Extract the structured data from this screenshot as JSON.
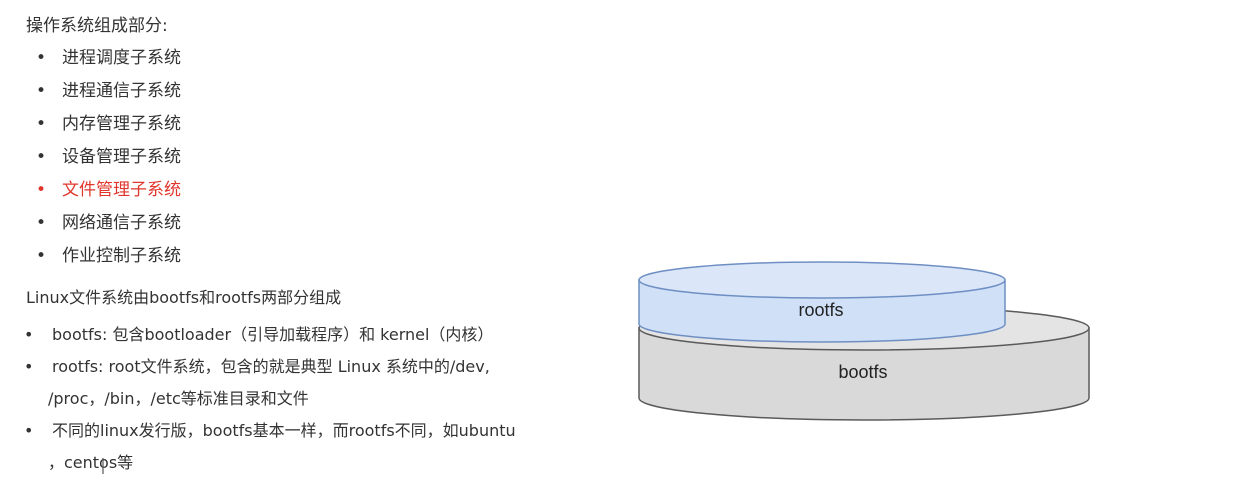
{
  "os_components": {
    "heading": "操作系统组成部分:",
    "items": [
      {
        "label": "进程调度子系统",
        "highlight": false
      },
      {
        "label": "进程通信子系统",
        "highlight": false
      },
      {
        "label": "内存管理子系统",
        "highlight": false
      },
      {
        "label": "设备管理子系统",
        "highlight": false
      },
      {
        "label": "文件管理子系统",
        "highlight": true
      },
      {
        "label": "网络通信子系统",
        "highlight": false
      },
      {
        "label": "作业控制子系统",
        "highlight": false
      }
    ],
    "highlight_color": "#e0362c"
  },
  "linux_fs": {
    "title": "Linux文件系统由bootfs和rootfs两部分组成",
    "bullets": [
      {
        "text": "bootfs: 包含bootloader（引导加载程序）和 kernel（内核）",
        "cont": ""
      },
      {
        "text": "rootfs:  root文件系统，包含的就是典型 Linux 系统中的/dev,",
        "cont": "/proc，/bin，/etc等标准目录和文件"
      },
      {
        "text": "不同的linux发行版，bootfs基本一样，而rootfs不同，如ubuntu",
        "cont": "，centos等"
      }
    ]
  },
  "diagram": {
    "top_layer": "rootfs",
    "bottom_layer": "bootfs",
    "top_color": "#cfe0f7",
    "bottom_color": "#dcdcdc"
  },
  "icons": {
    "bullet": "•"
  }
}
